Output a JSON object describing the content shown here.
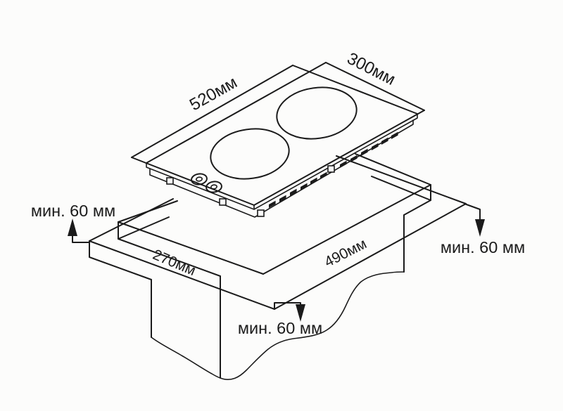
{
  "diagram": {
    "labels": {
      "hob_length": "520мм",
      "hob_width": "300мм",
      "cutout_width": "270мм",
      "cutout_length": "490мм",
      "clearance_left": "мин. 60 мм",
      "clearance_right": "мин. 60 мм",
      "clearance_front": "мин. 60 мм"
    },
    "colors": {
      "line": "#1b1b1b",
      "background": "#fcfcfb"
    }
  }
}
